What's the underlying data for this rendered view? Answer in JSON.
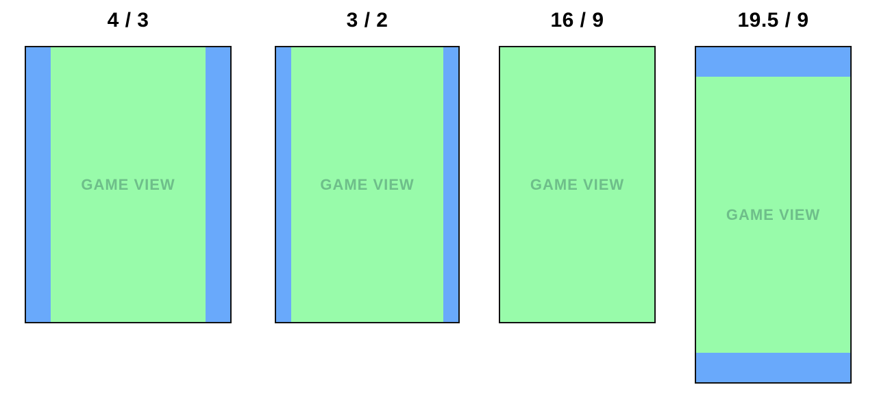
{
  "figure": {
    "background": "#FFFFFF"
  },
  "colors": {
    "green": "#98FBAA",
    "blue": "#69A9FB",
    "label": "#6EBE8A",
    "border": "#111111",
    "title": "#000000"
  },
  "panels": [
    {
      "title": "4 / 3",
      "game_view_label": "GAME VIEW",
      "bars": "pillarbox-left-right"
    },
    {
      "title": "3 / 2",
      "game_view_label": "GAME VIEW",
      "bars": "pillarbox-left-right"
    },
    {
      "title": "16 / 9",
      "game_view_label": "GAME VIEW",
      "bars": "none"
    },
    {
      "title": "19.5 / 9",
      "game_view_label": "GAME VIEW",
      "bars": "letterbox-top-bottom"
    }
  ]
}
